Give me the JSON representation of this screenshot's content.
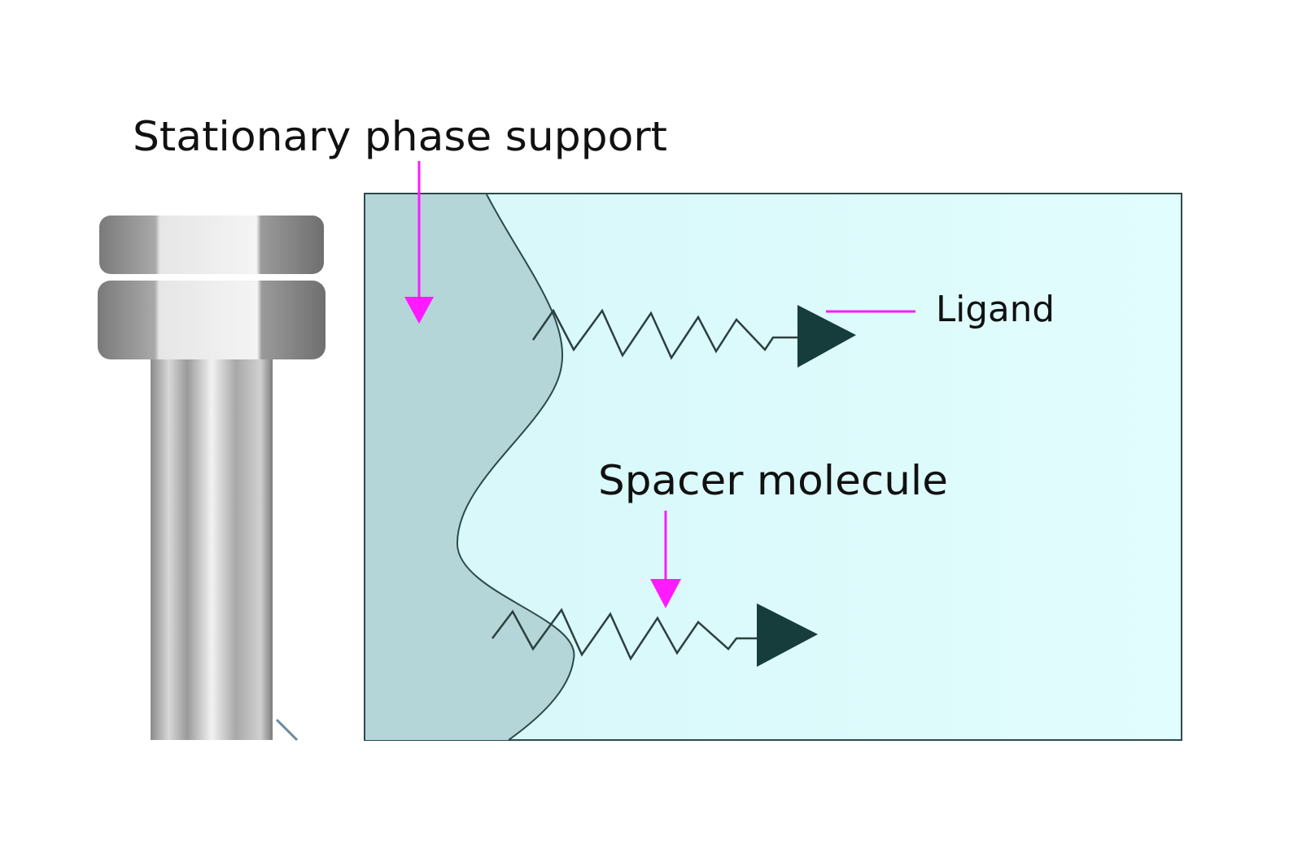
{
  "labels": {
    "stationary_phase_support": "Stationary phase support",
    "ligand": "Ligand",
    "spacer_molecule": "Spacer molecule"
  },
  "colors": {
    "pointer": "#ff1aff",
    "mobile_phase_bg": "#dcfbfd",
    "support_region": "#b4d6d8",
    "ligand_fill": "#173c3c",
    "outline": "#2d4a4a"
  }
}
